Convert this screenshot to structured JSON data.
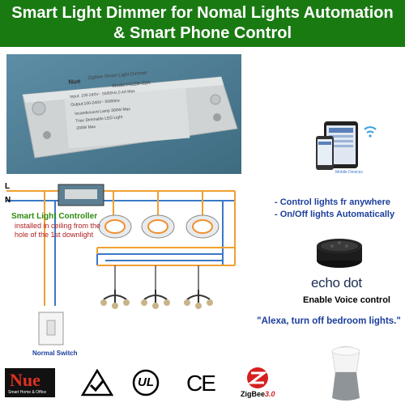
{
  "banner": {
    "line1": "Smart Light Dimmer for Nomal Lights Automation",
    "line2": "& Smart Phone Control",
    "background": "#1a7a12"
  },
  "device": {
    "brand": "Nue",
    "title": "ZigBee Smart Light Dimmer",
    "model": "Model:HGZB-02A",
    "input": "Input: 100-240V~ 50/60Hz,0.4A Max",
    "output": "Output:100-240V~ 50/60Hz",
    "load1": "Incandescent Lamp 300W Max",
    "load2": "Triac Dimmable LED Light",
    "load3": "200W Max"
  },
  "phone": {
    "caption": "Mobile Devices"
  },
  "features": {
    "line1": "- Control lights fr anywhere",
    "line2": "- On/Off lights Automatically"
  },
  "echo": {
    "label": "echo dot",
    "caption": "Enable Voice control",
    "quote": "\"Alexa, turn off bedroom lights.\""
  },
  "wiring": {
    "label_l": "L",
    "label_n": "N",
    "controller_title": "Smart Light Controller",
    "controller_desc1": "installed in ceiling from the",
    "controller_desc2": "hole of the 1st downlight",
    "switch_label": "Normal Switch"
  },
  "logos": {
    "nue": "Nue",
    "nue_tag": "Smart Home & Office",
    "ul": "UL",
    "ce": "CE",
    "zigbee": "ZigBee",
    "zigbee_ver": "3.0"
  },
  "colors": {
    "wire_orange": "#f0a030",
    "wire_blue": "#3a78c8",
    "accent_blue": "#1b3e9c"
  }
}
